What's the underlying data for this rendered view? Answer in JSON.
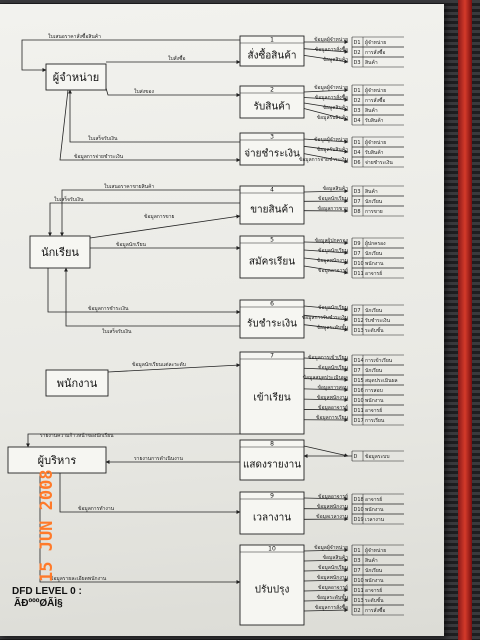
{
  "processes": [
    {
      "num": "1",
      "name": "สั่งซื้อสินค้า"
    },
    {
      "num": "2",
      "name": "รับสินค้า"
    },
    {
      "num": "3",
      "name": "จ่ายชำระเงิน"
    },
    {
      "num": "4",
      "name": "ขายสินค้า"
    },
    {
      "num": "5",
      "name": "สมัครเรียน"
    },
    {
      "num": "6",
      "name": "รับชำระเงิน"
    },
    {
      "num": "7",
      "name": "เข้าเรียน"
    },
    {
      "num": "8",
      "name": "แสดงรายงาน"
    },
    {
      "num": "9",
      "name": "เวลางาน"
    },
    {
      "num": "10",
      "name": "ปรับปรุง"
    }
  ],
  "externals": [
    {
      "name": "ผู้จำหน่าย"
    },
    {
      "name": "นักเรียน"
    },
    {
      "name": "พนักงาน"
    },
    {
      "name": "ผู้บริหาร"
    }
  ],
  "stores": [
    [
      {
        "id": "D1",
        "name": "ผู้จำหน่าย"
      },
      {
        "id": "D2",
        "name": "การสั่งซื้อ"
      },
      {
        "id": "D3",
        "name": "สินค้า"
      }
    ],
    [
      {
        "id": "D1",
        "name": "ผู้จำหน่าย"
      },
      {
        "id": "D2",
        "name": "การสั่งซื้อ"
      },
      {
        "id": "D3",
        "name": "สินค้า"
      },
      {
        "id": "D4",
        "name": "รับสินค้า"
      }
    ],
    [
      {
        "id": "D1",
        "name": "ผู้จำหน่าย"
      },
      {
        "id": "D4",
        "name": "รับสินค้า"
      },
      {
        "id": "D6",
        "name": "จ่ายชำระเงิน"
      }
    ],
    [
      {
        "id": "D3",
        "name": "สินค้า"
      },
      {
        "id": "D7",
        "name": "นักเรียน"
      },
      {
        "id": "D8",
        "name": "การขาย"
      }
    ],
    [
      {
        "id": "D9",
        "name": "ผู้ปกครอง"
      },
      {
        "id": "D7",
        "name": "นักเรียน"
      },
      {
        "id": "D10",
        "name": "พนักงาน"
      },
      {
        "id": "D11",
        "name": "อาจารย์"
      }
    ],
    [
      {
        "id": "D7",
        "name": "นักเรียน"
      },
      {
        "id": "D12",
        "name": "รับชำระเงิน"
      },
      {
        "id": "D13",
        "name": "ระดับชั้น"
      }
    ],
    [
      {
        "id": "D14",
        "name": "การเข้าเรียน"
      },
      {
        "id": "D7",
        "name": "นักเรียน"
      },
      {
        "id": "D15",
        "name": "สมุดประเมินผล"
      },
      {
        "id": "D16",
        "name": "การสอบ"
      },
      {
        "id": "D10",
        "name": "พนักงาน"
      },
      {
        "id": "D11",
        "name": "อาจารย์"
      },
      {
        "id": "D17",
        "name": "การเรียน"
      }
    ],
    [
      {
        "id": "D",
        "name": "ข้อมูลระบบ"
      }
    ],
    [
      {
        "id": "D18",
        "name": "อาจารย์"
      },
      {
        "id": "D10",
        "name": "พนักงาน"
      },
      {
        "id": "D19",
        "name": "เวลางาน"
      }
    ],
    [
      {
        "id": "D1",
        "name": "ผู้จำหน่าย"
      },
      {
        "id": "D3",
        "name": "สินค้า"
      },
      {
        "id": "D7",
        "name": "นักเรียน"
      },
      {
        "id": "D10",
        "name": "พนักงาน"
      },
      {
        "id": "D11",
        "name": "อาจารย์"
      },
      {
        "id": "D13",
        "name": "ระดับชั้น"
      },
      {
        "id": "D2",
        "name": "การสั่งซื้อ"
      }
    ]
  ],
  "store_flows": [
    [
      "ข้อมูลผู้จำหน่าย",
      "ข้อมูลการสั่งซื้อ",
      "ข้อมูลสินค้า"
    ],
    [
      "ข้อมูลผู้จำหน่าย",
      "ข้อมูลการสั่งซื้อ",
      "ข้อมูลสินค้า",
      "ข้อมูลรับสินค้า"
    ],
    [
      "ข้อมูลผู้จำหน่าย",
      "ข้อมูลรับสินค้า",
      "ข้อมูลการจ่ายชำระเงิน"
    ],
    [
      "ข้อมูลสินค้า",
      "ข้อมูลนักเรียน",
      "ข้อมูลการขาย"
    ],
    [
      "ข้อมูลผู้ปกครอง",
      "ข้อมูลนักเรียน",
      "ข้อมูลพนักงาน",
      "ข้อมูลอาจารย์"
    ],
    [
      "ข้อมูลนักเรียน",
      "ข้อมูลการรับชำระเงิน",
      "ข้อมูลระดับชั้น"
    ],
    [
      "ข้อมูลการเข้าเรียน",
      "ข้อมูลนักเรียน",
      "ข้อมูลสมุดประเมินผล",
      "ข้อมูลการสอบ",
      "ข้อมูลพนักงาน",
      "ข้อมูลอาจารย์",
      "ข้อมูลการเรียน"
    ],
    [
      ""
    ],
    [
      "ข้อมูลอาจารย์",
      "ข้อมูลพนักงาน",
      "ข้อมูลเวลางาน"
    ],
    [
      "ข้อมูลผู้จำหน่าย",
      "ข้อมูลสินค้า",
      "ข้อมูลนักเรียน",
      "ข้อมูลพนักงาน",
      "ข้อมูลอาจารย์",
      "ข้อมูลระดับชั้น",
      "ข้อมูลการสั่งซื้อ"
    ]
  ],
  "flows": {
    "f1": "ใบเสนอราคาสั่งซื้อสินค้า",
    "f2": "ใบสั่งซื้อ",
    "f3": "ใบส่งของ",
    "f4": "ใบเสร็จรับเงิน",
    "f5": "ข้อมูลการจ่ายชำระเงิน",
    "f6": "ใบเสนอราคาขายสินค้า",
    "f7": "ใบเสร็จรับเงิน",
    "f8": "ข้อมูลการขาย",
    "f9": "ข้อมูลนักเรียน",
    "f10": "ข้อมูลการชำระเงิน",
    "f11": "ใบเสร็จรับเงิน",
    "f12": "ข้อมูลนักเรียนแต่ละระดับ",
    "f13": "รายงานความก้าวหน้าของนักเรียน",
    "f14": "รายงานการดำเนินงาน",
    "f15": "ข้อมูลการทำงาน",
    "f16": "ข้อมูลรายละเอียดพนักงาน"
  },
  "date_stamp": "15 JUN 2008",
  "level_label": "DFD LEVEL 0 :",
  "level_sub": "ÃÐºººØÃÌ§"
}
